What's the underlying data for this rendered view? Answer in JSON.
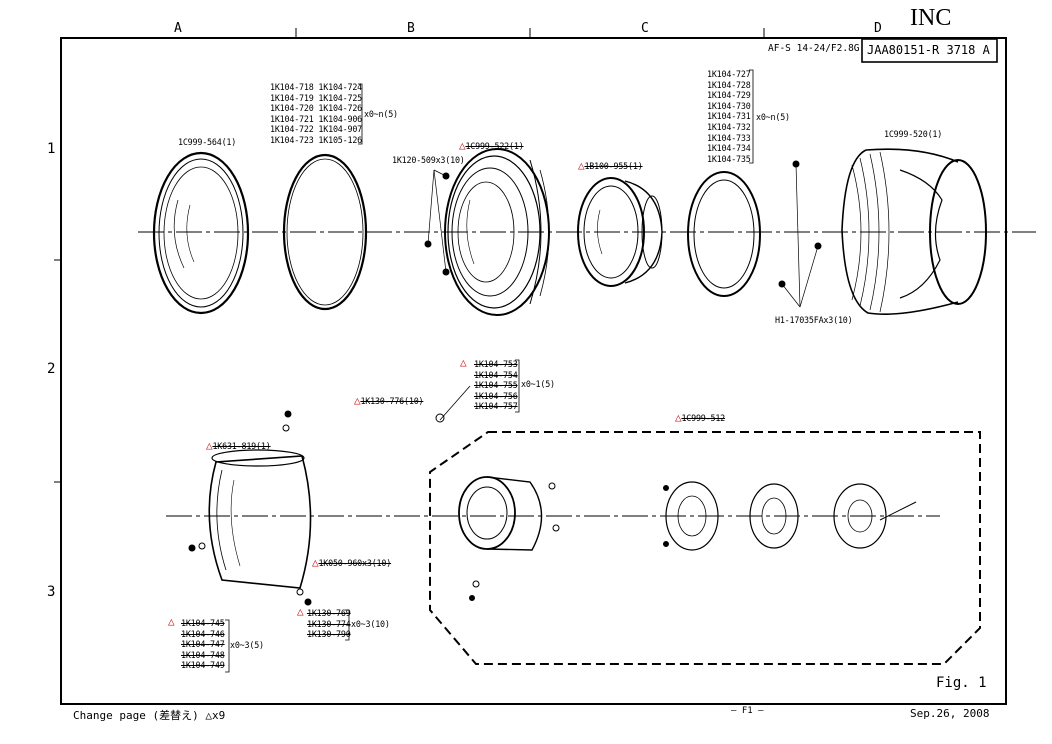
{
  "header": {
    "columns": [
      "A",
      "B",
      "C",
      "D"
    ],
    "corner_text": "INC",
    "model": "AF-S 14-24/F2.8G",
    "doc_number": "JAA80151-R 3718 A"
  },
  "rows": [
    "1",
    "2",
    "3"
  ],
  "parts": {
    "filter_ring": "1C999-564(1)",
    "shim_group_1": [
      "1K104-718 1K104-724",
      "1K104-719 1K104-725",
      "1K104-720 1K104-726",
      "1K104-721 1K104-906",
      "1K104-722 1K104-907",
      "1K104-723 1K105-126"
    ],
    "shim_group_1_qty": "x0~n(5)",
    "screw_b1": "1K120-509x3(10)",
    "front_unit": "1C999-522(1)",
    "element_c1": "1B100-955(1)",
    "shim_group_2": [
      "1K104-727",
      "1K104-728",
      "1K104-729",
      "1K104-730",
      "1K104-731",
      "1K104-732",
      "1K104-733",
      "1K104-734",
      "1K104-735"
    ],
    "shim_group_2_qty": "x0~n(5)",
    "hood": "1C999-520(1)",
    "hood_screw": "H1-17035FAx3(10)",
    "shim_group_3": [
      "1K104-753",
      "1K104-754",
      "1K104-755",
      "1K104-756",
      "1K104-757"
    ],
    "shim_group_3_qty": "x0~1(5)",
    "roller": "1K130-776(10)",
    "focus_unit": "1C999-512",
    "barrel": "1K631-819(1)",
    "screw_b3": "1K050-960x3(10)",
    "shim_group_4": [
      "1K104-745",
      "1K104-746",
      "1K104-747",
      "1K104-748",
      "1K104-749"
    ],
    "shim_group_4_qty": "x0~3(5)",
    "shim_group_5": [
      "1K130-769",
      "1K130-774",
      "1K130-790"
    ],
    "shim_group_5_qty": "x0~3(10)"
  },
  "footer": {
    "figure": "Fig. 1",
    "change_note": "Change page (差替え) △x9",
    "page": "― F1 ―",
    "date": "Sep.26, 2008"
  }
}
